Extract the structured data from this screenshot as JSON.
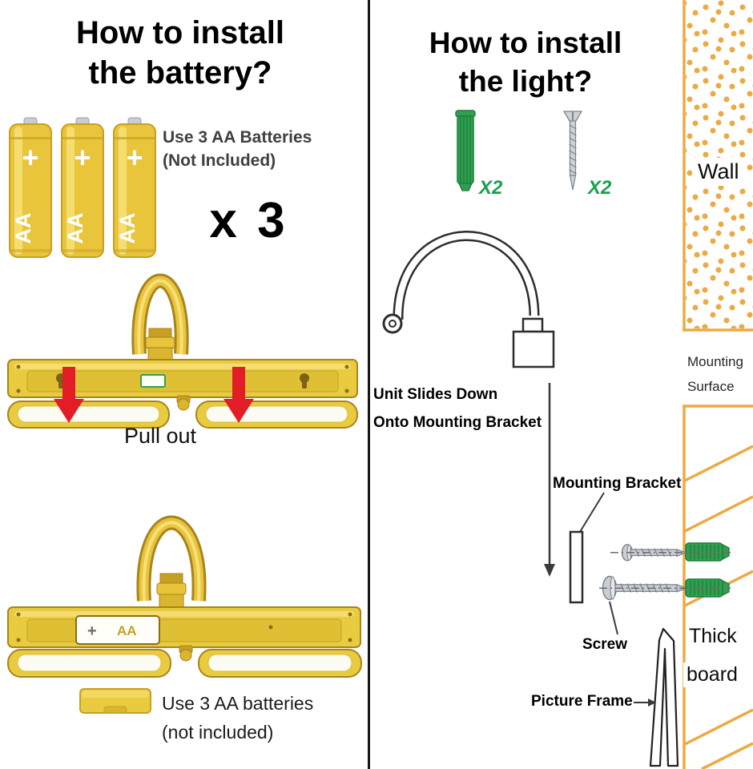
{
  "colors": {
    "gold": "#E9CB40",
    "gold_dark": "#C79F25",
    "anchor_green": "#2FA050",
    "qty_green": "#18A14B",
    "wall_orange": "#ECAA44",
    "arrow_red": "#E21D25",
    "ink": "#111111",
    "screw_gray": "#C9CED4"
  },
  "icons": {
    "wall_anchor_icon": "green ribbed wall plug",
    "screw_icon": "silver wood screw",
    "pull_down_arrow_icon": "red downward arrow",
    "battery_icon": "gold AA battery"
  },
  "left_panel": {
    "title_line1": "How to install",
    "title_line2": "the battery?",
    "battery_note_line1": "Use 3 AA Batteries",
    "battery_note_line2": "(Not Included)",
    "multiplier": "x 3",
    "battery_plus": "+",
    "battery_aa": "AA",
    "pull_out": "Pull out",
    "compartment_plus": "+",
    "compartment_aa": "AA",
    "bottom_note_line1": "Use 3 AA batteries",
    "bottom_note_line2": "(not included)"
  },
  "right_panel": {
    "title_line1": "How to install",
    "title_line2": "the light?",
    "anchor_qty": "X2",
    "screw_qty": "X2",
    "slide_line1": "Unit Slides Down",
    "slide_line2": "Onto Mounting Bracket",
    "mounting_bracket_label": "Mounting Bracket",
    "screw_label": "Screw",
    "picture_frame_label": "Picture Frame"
  },
  "wall_section": {
    "wall_label": "Wall",
    "mounting_line1": "Mounting",
    "mounting_line2": "Surface",
    "thick_line1": "Thick",
    "thick_line2": "board"
  }
}
